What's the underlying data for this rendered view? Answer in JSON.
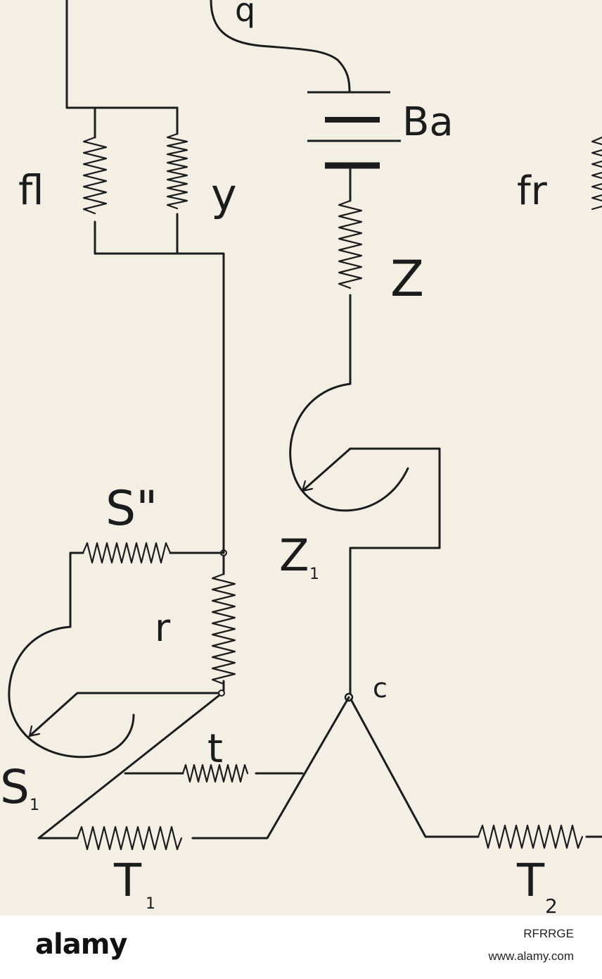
{
  "diagram": {
    "labels": {
      "q": "q",
      "Ba": "Ba",
      "fl": "fl",
      "y": "y",
      "fr": "fr",
      "Z": "Z",
      "S2": "S\"",
      "Z1": "Z",
      "Z1_sub": "1",
      "r": "r",
      "c": "c",
      "t": "t",
      "S1": "S",
      "S1_sub": "1",
      "T1": "T",
      "T1_sub": "1",
      "T2": "T",
      "T2_sub": "2"
    }
  },
  "footer": {
    "logo": "alamy",
    "image_id": "RFRRGE",
    "url": "www.alamy.com"
  },
  "colors": {
    "background": "#f3efe4",
    "ink": "#1c1c1c",
    "footer": "#ffffff"
  }
}
